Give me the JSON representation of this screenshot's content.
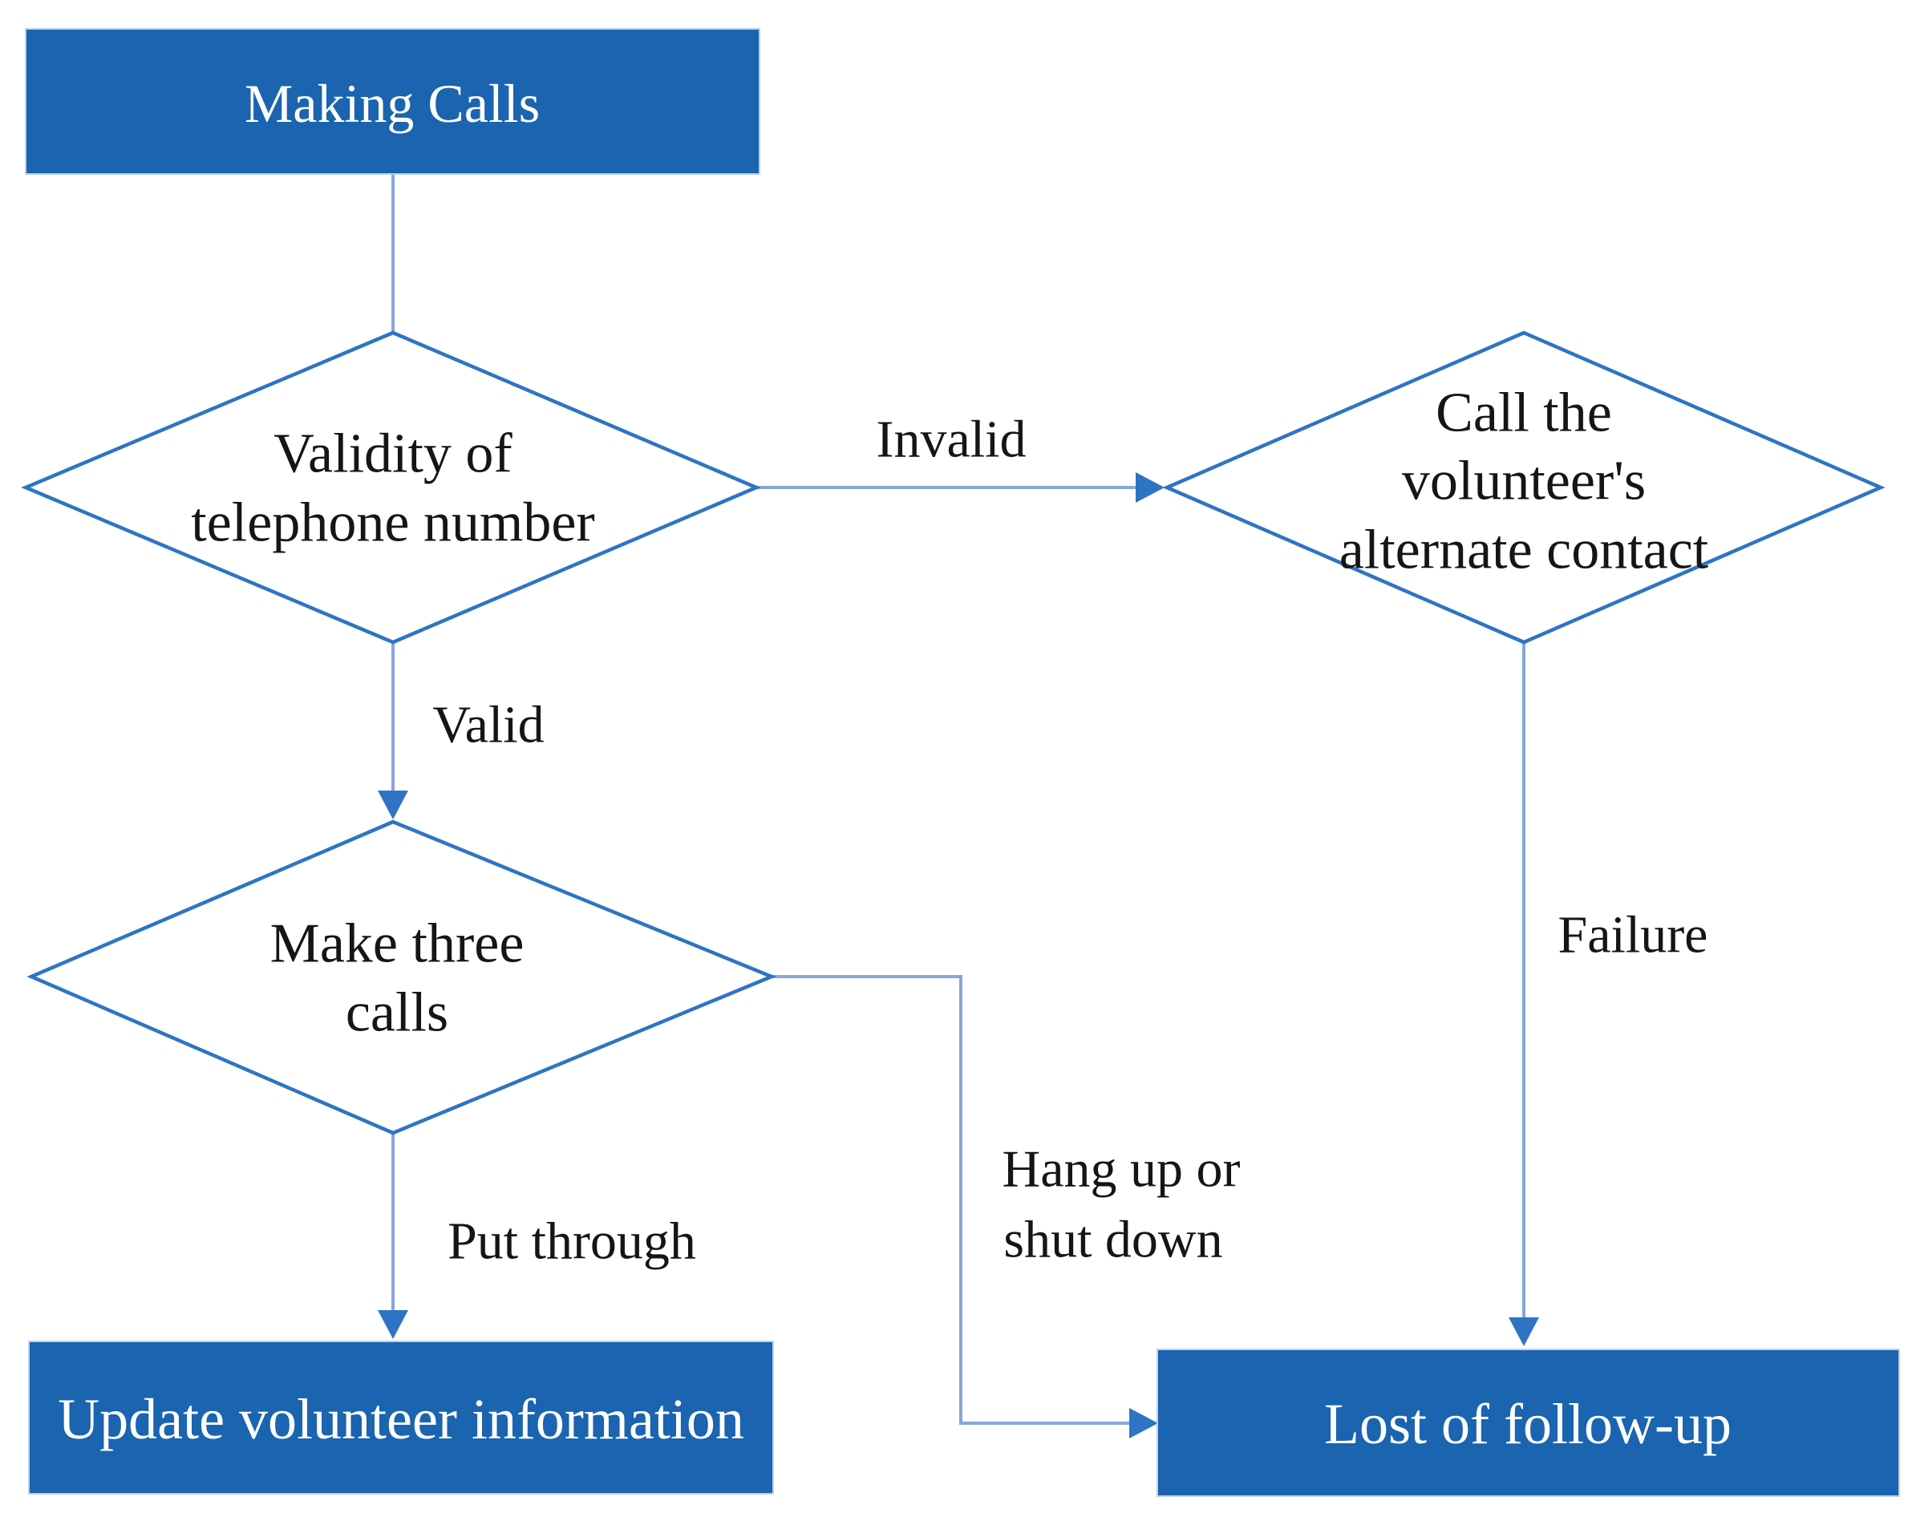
{
  "colors": {
    "process_box_fill": "#1a64b0",
    "diamond_stroke": "#2e74c4",
    "connector_line": "#87a7db",
    "arrowhead": "#2e74c4",
    "node_text_dark": "#151515",
    "box_text_light": "#ffffff",
    "background": "#ffffff"
  },
  "nodes": {
    "making_calls": {
      "label": "Making Calls"
    },
    "validity_check": {
      "line1": "Validity of",
      "line2": "telephone number"
    },
    "alternate_contact": {
      "line1": "Call the",
      "line2": "volunteer's",
      "line3": "alternate contact"
    },
    "make_three_calls": {
      "line1": "Make three",
      "line2": "calls"
    },
    "update_info": {
      "label": "Update volunteer information"
    },
    "lost_followup": {
      "label": "Lost of follow-up"
    }
  },
  "edge_labels": {
    "invalid": "Invalid",
    "valid": "Valid",
    "failure": "Failure",
    "put_through": "Put through",
    "hang_up_line1": "Hang up or",
    "hang_up_line2": "shut down"
  }
}
